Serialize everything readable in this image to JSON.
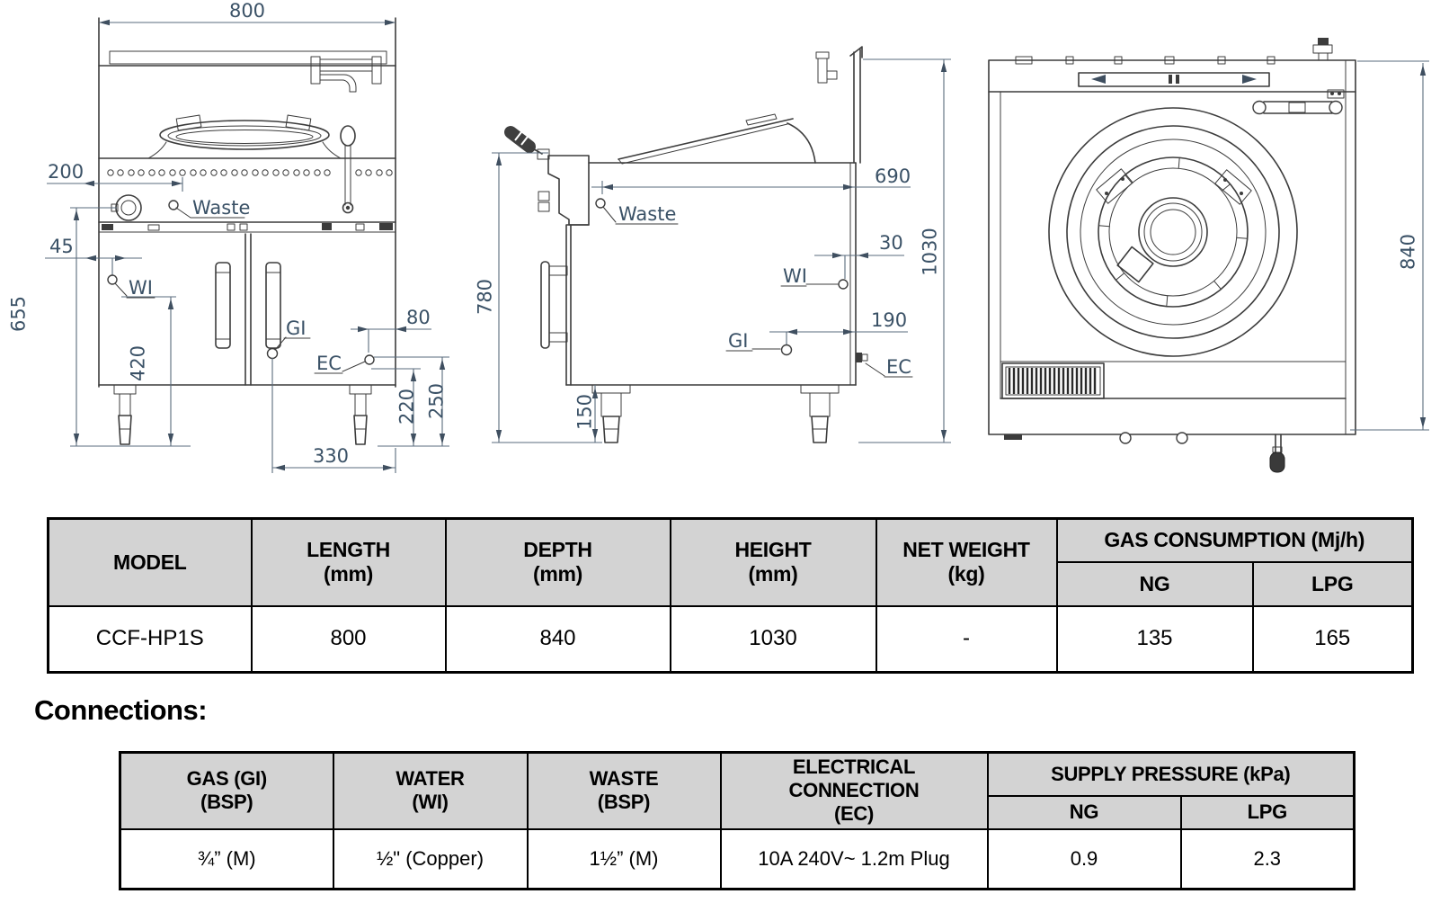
{
  "colors": {
    "dimension_text": "#3a5166",
    "drawing_line": "#3c3c3c",
    "table_header_bg": "#d3d3d3",
    "table_border": "#000000",
    "background": "#ffffff"
  },
  "drawings": {
    "front_view": {
      "dims": {
        "overall_width": "800",
        "waste_offset": "200",
        "water_inlet_offset": "45",
        "underbench_height": "655",
        "water_inlet_height": "420",
        "electrical_offset": "80",
        "electrical_height": "220",
        "gas_inlet_height": "250",
        "gas_inlet_offset": "330"
      },
      "labels": {
        "waste": "Waste",
        "water_inlet": "WI",
        "gas_inlet": "GI",
        "electrical": "EC"
      }
    },
    "side_view": {
      "dims": {
        "bench_height": "780",
        "leg_height": "150",
        "waste_depth": "690",
        "water_inlet_depth": "30",
        "gas_inlet_depth": "190",
        "overall_height": "1030"
      },
      "labels": {
        "waste": "Waste",
        "water_inlet": "WI",
        "gas_inlet": "GI",
        "electrical": "EC"
      }
    },
    "top_view": {
      "dims": {
        "overall_depth": "840"
      }
    }
  },
  "spec_table": {
    "headers": {
      "model": "MODEL",
      "length": "LENGTH\n(mm)",
      "depth": "DEPTH\n(mm)",
      "height": "HEIGHT\n(mm)",
      "net_weight": "NET WEIGHT\n(kg)",
      "gas_consumption": "GAS CONSUMPTION (Mj/h)",
      "ng": "NG",
      "lpg": "LPG"
    },
    "row": {
      "model": "CCF-HP1S",
      "length": "800",
      "depth": "840",
      "height": "1030",
      "net_weight": "-",
      "ng": "135",
      "lpg": "165"
    }
  },
  "connections": {
    "heading": "Connections:",
    "headers": {
      "gas": "GAS (GI)\n(BSP)",
      "water": "WATER\n(WI)",
      "waste": "WASTE\n(BSP)",
      "electrical": "ELECTRICAL\nCONNECTION\n(EC)",
      "supply_pressure": "SUPPLY PRESSURE (kPa)",
      "ng": "NG",
      "lpg": "LPG"
    },
    "row": {
      "gas": "¾” (M)",
      "water": "½\" (Copper)",
      "waste": "1½” (M)",
      "electrical": "10A 240V~ 1.2m Plug",
      "ng": "0.9",
      "lpg": "2.3"
    }
  }
}
